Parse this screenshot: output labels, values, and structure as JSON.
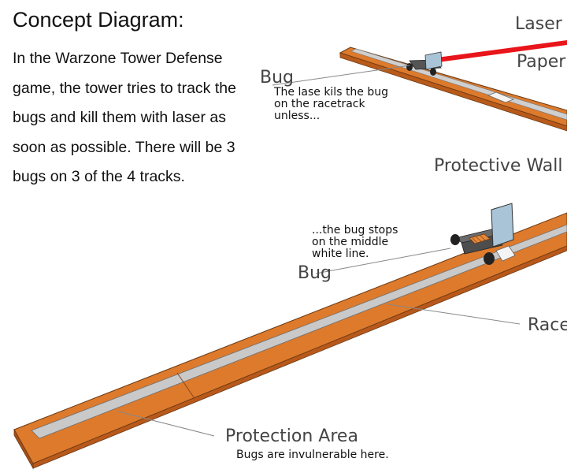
{
  "heading": {
    "title": "Concept Diagram:",
    "description": "In the Warzone Tower Defense game, the tower tries to track the bugs and kill them with laser as soon as possible. There will be 3 bugs on 3 of the 4 tracks."
  },
  "labels": {
    "laser": "Laser",
    "paper": "Paper",
    "bug_top": "Bug",
    "bug_top_note": "The lase kils the bug\non the racetrack\nunless...",
    "protective_wall": "Protective Wall",
    "bug_middle_note": "...the bug stops\non the middle\nwhite line.",
    "bug_middle": "Bug",
    "racetrack": "Race",
    "protection_area": "Protection Area",
    "protection_note": "Bugs are invulnerable here."
  },
  "colors": {
    "track_wood": "#dd7a2c",
    "track_wood_dark": "#c8641f",
    "track_stripe": "#c9c9c9",
    "laser_beam": "#e8151b",
    "wall_panel": "#a9c4d6",
    "label_text": "#444444"
  }
}
